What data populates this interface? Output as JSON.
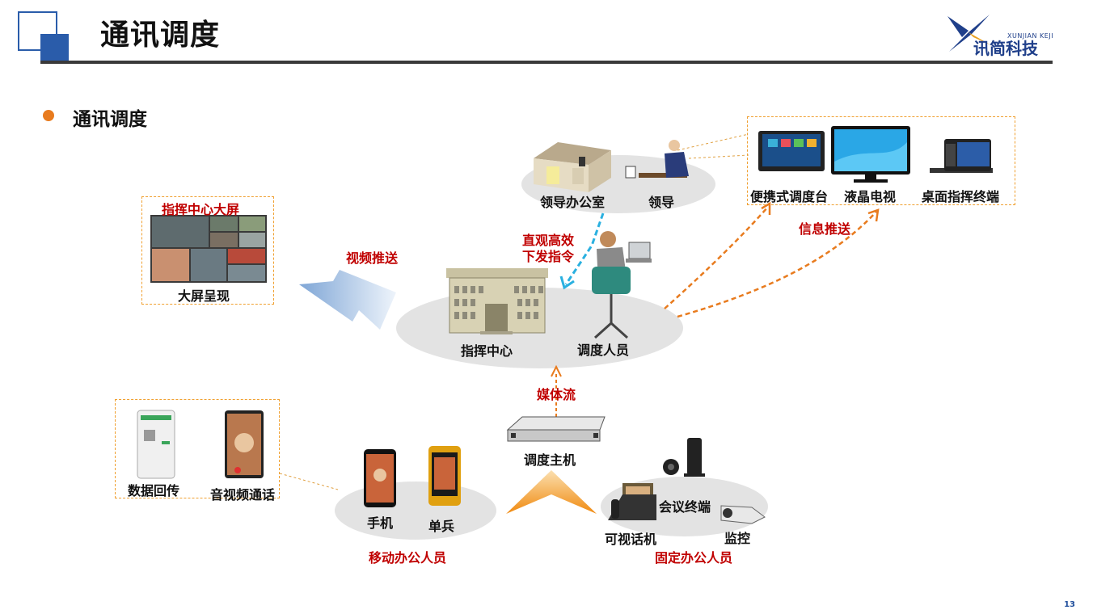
{
  "header": {
    "title": "通讯调度"
  },
  "logo": {
    "pinyin": "XUNJIAN KEJI",
    "name": "讯简科技"
  },
  "bullet": {
    "text": "通讯调度"
  },
  "nodes": {
    "leader_office": "领导办公室",
    "leader": "领导",
    "portable_console": "便携式调度台",
    "lcd_tv": "液晶电视",
    "desktop_terminal": "桌面指挥终端",
    "command_center_screen": "指挥中心大屏",
    "big_screen_display": "大屏呈现",
    "command_center": "指挥中心",
    "dispatcher": "调度人员",
    "dispatch_host": "调度主机",
    "data_return": "数据回传",
    "av_call": "音视频通话",
    "mobile_phone": "手机",
    "single_soldier": "单兵",
    "conference_terminal": "会议终端",
    "video_phone": "可视话机",
    "monitoring": "监控"
  },
  "annotations": {
    "video_push": "视频推送",
    "direct_command_1": "直观高效",
    "direct_command_2": "下发指令",
    "info_push": "信息推送",
    "media_stream": "媒体流",
    "mobile_staff": "移动办公人员",
    "fixed_staff": "固定办公人员"
  },
  "colors": {
    "accent_blue": "#2a5caa",
    "label_red": "#c00000",
    "arrow_orange": "#e87b1e",
    "arrow_cyan": "#2ab0e0"
  },
  "page": {
    "number": "13"
  }
}
